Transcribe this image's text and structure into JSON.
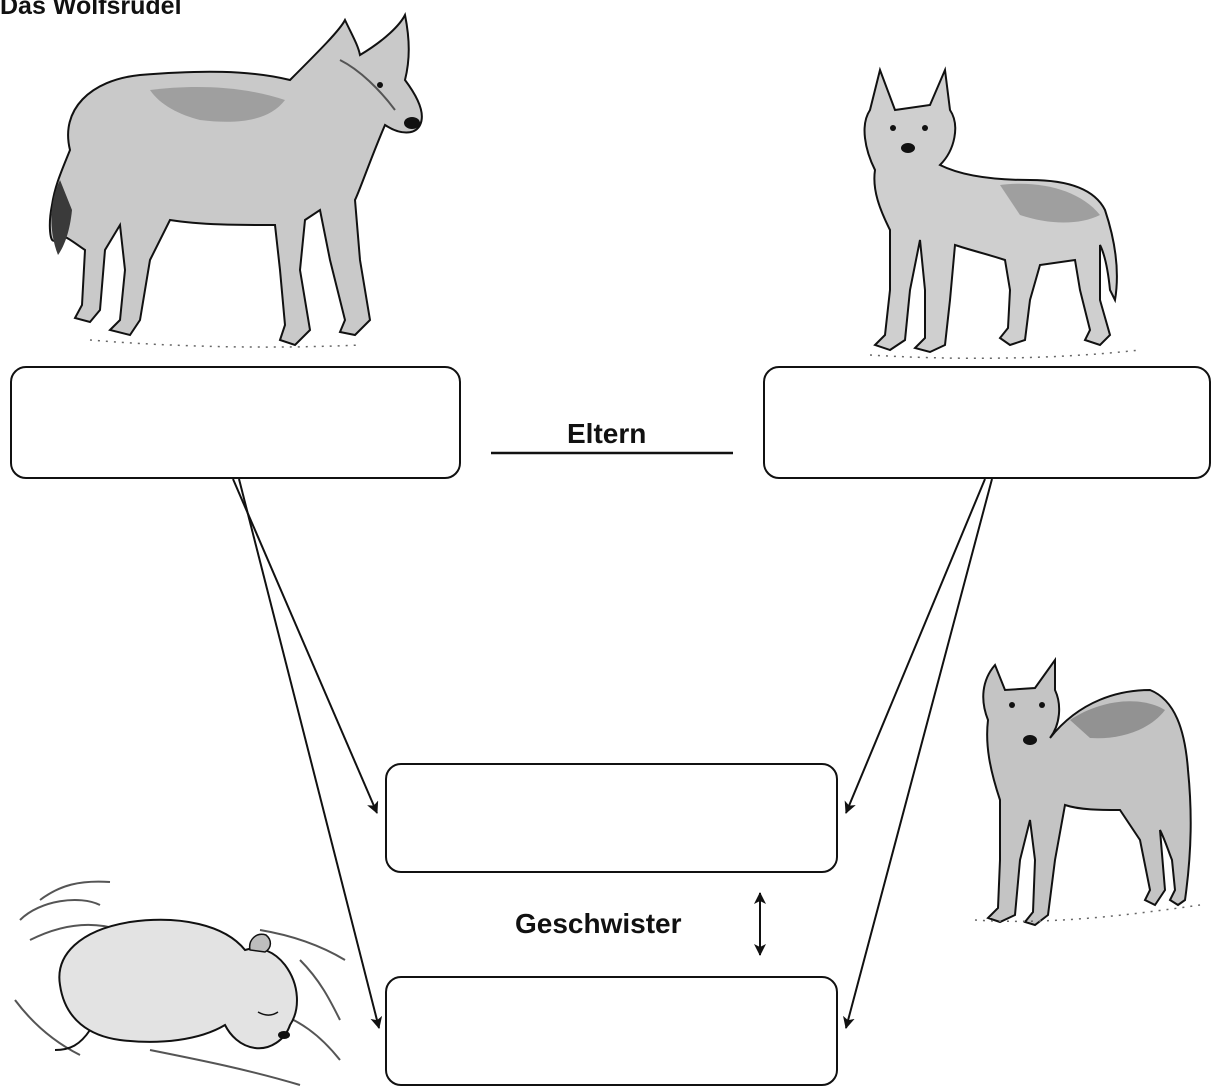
{
  "title": "Das Wolfsrudel",
  "labels": {
    "parents": "Eltern",
    "siblings": "Geschwister"
  },
  "illustrations": [
    {
      "name": "adult-wolf-left-icon"
    },
    {
      "name": "adult-wolf-right-icon"
    },
    {
      "name": "young-wolf-icon"
    },
    {
      "name": "sleeping-wolf-pup-icon"
    }
  ],
  "answer_boxes": [
    {
      "name": "parent-left-box",
      "value": ""
    },
    {
      "name": "parent-right-box",
      "value": ""
    },
    {
      "name": "child-top-box",
      "value": ""
    },
    {
      "name": "child-bottom-box",
      "value": ""
    }
  ],
  "colors": {
    "ink": "#111111",
    "fur_light": "#d9d9d9",
    "fur_mid": "#a8a8a8",
    "fur_dark": "#5a5a5a",
    "background": "#ffffff"
  }
}
